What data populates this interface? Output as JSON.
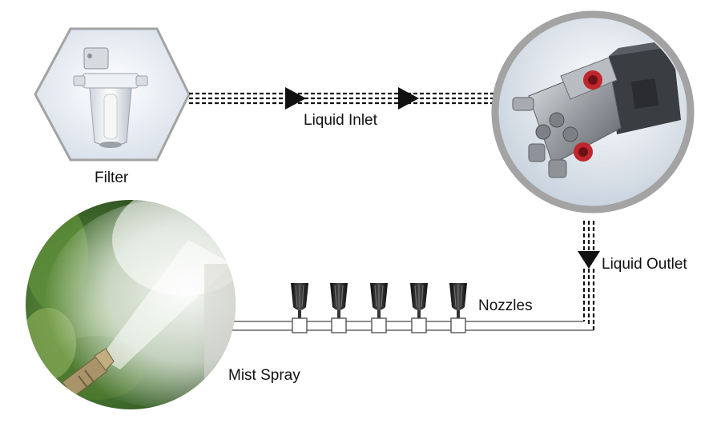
{
  "labels": {
    "filter": "Filter",
    "liquid_inlet": "Liquid Inlet",
    "liquid_outlet": "Liquid Outlet",
    "nozzles": "Nozzles",
    "mist_spray": "Mist Spray"
  },
  "colors": {
    "frame": "#a3a3a3",
    "line": "#111111",
    "pipe": "#666666",
    "nozzle": "#1a1a1a"
  }
}
